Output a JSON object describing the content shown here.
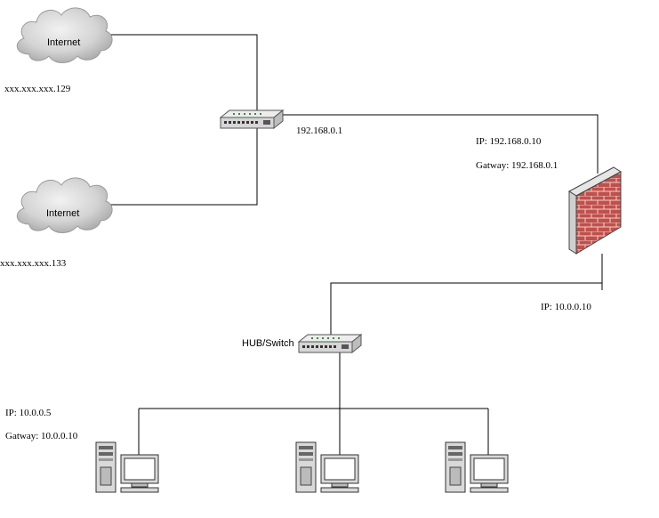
{
  "diagram": {
    "internet_1": {
      "label": "Internet",
      "ip": "xxx.xxx.xxx.129"
    },
    "internet_2": {
      "label": "Internet",
      "ip": "xxx.xxx.xxx.133"
    },
    "router": {
      "ip": "192.168.0.1"
    },
    "firewall": {
      "wan_ip": "IP: 192.168.0.10",
      "gateway": "Gatway: 192.168.0.1",
      "lan_ip": "IP: 10.0.0.10"
    },
    "hub": {
      "label": "HUB/Switch"
    },
    "workstation": {
      "ip": "IP: 10.0.0.5",
      "gateway": "Gatway: 10.0.0.10"
    },
    "colors": {
      "line": "#000000",
      "cloud": "#d6d6d6",
      "firewall_brick": "#c0504d",
      "device": "#dcdcdc"
    }
  }
}
